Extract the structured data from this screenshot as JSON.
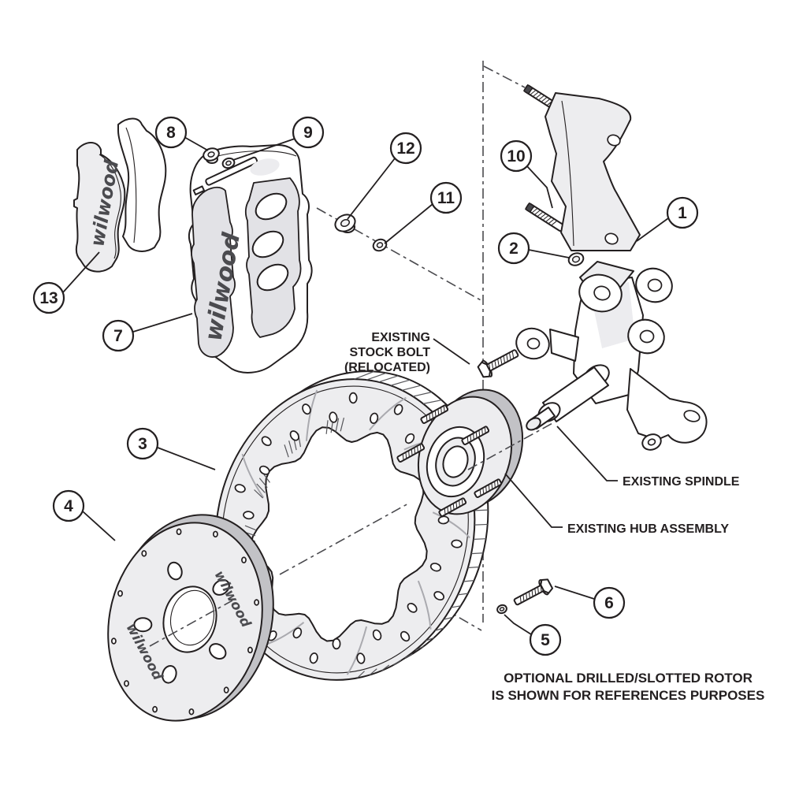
{
  "diagram": {
    "brand_script": "wilwood",
    "callouts": [
      {
        "n": "1"
      },
      {
        "n": "2"
      },
      {
        "n": "3"
      },
      {
        "n": "4"
      },
      {
        "n": "5"
      },
      {
        "n": "6"
      },
      {
        "n": "7"
      },
      {
        "n": "8"
      },
      {
        "n": "9"
      },
      {
        "n": "10"
      },
      {
        "n": "11"
      },
      {
        "n": "12"
      },
      {
        "n": "13"
      }
    ],
    "labels": {
      "stock_bolt_line1": "EXISTING",
      "stock_bolt_line2": "STOCK BOLT",
      "stock_bolt_line3": "(RELOCATED)",
      "spindle": "EXISTING SPINDLE",
      "hub": "EXISTING HUB ASSEMBLY"
    },
    "note": {
      "line1": "OPTIONAL DRILLED/SLOTTED ROTOR",
      "line2": "IS SHOWN FOR REFERENCES PURPOSES"
    },
    "colors": {
      "line": "#231f20",
      "fill_light": "#ededef",
      "fill_mid": "#c2c2c6",
      "background": "#ffffff"
    }
  }
}
